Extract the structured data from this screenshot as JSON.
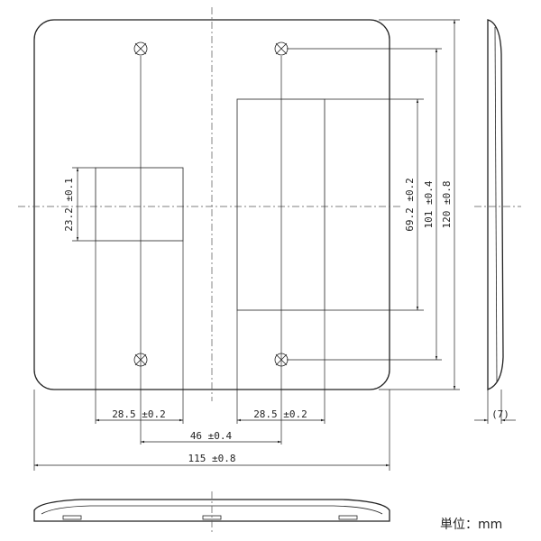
{
  "dimensions": {
    "hole_pitch_left": "28.5 ±0.2",
    "hole_pitch_right": "28.5 ±0.2",
    "screw_spacing": "46 ±0.4",
    "overall_width": "115 ±0.8",
    "left_opening_height": "23.2 ±0.1",
    "right_opening_height": "69.2 ±0.2",
    "screw_vertical": "101 ±0.4",
    "overall_height": "120 ±0.8",
    "thickness": "(7)"
  },
  "unit_label": "単位：mm"
}
